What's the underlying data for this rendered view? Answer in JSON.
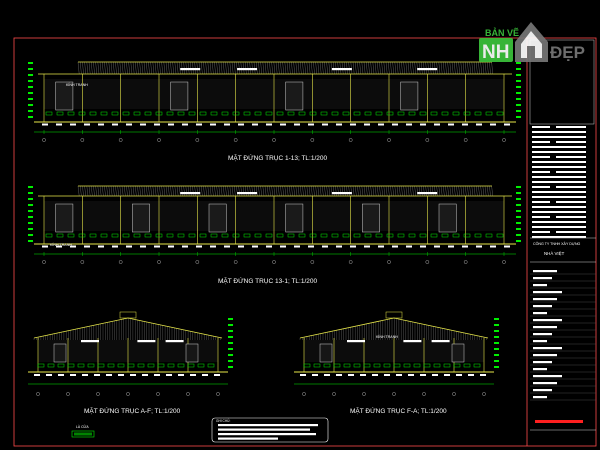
{
  "logo": {
    "top_text": "BẢN VẼ",
    "main_left": "NH",
    "main_right": "ĐẸP",
    "color_green": "#3cc43c",
    "color_gray": "#777777"
  },
  "elevations": [
    {
      "caption": "MẶT ĐỨNG TRỤC 1-13; TL:1/200",
      "tag": "KÍNH TRANH"
    },
    {
      "caption": "MẶT ĐỨNG TRỤC 13-1; TL:1/200",
      "tag": "KÍNH TRANH"
    },
    {
      "caption": "MẶT ĐỨNG TRỤC A-F; TL:1/200",
      "tag": ""
    },
    {
      "caption": "MẶT ĐỨNG TRỤC F-A; TL:1/200",
      "tag": "KÍNH TRANH"
    }
  ],
  "title_block": {
    "company_line1": "CÔNG TY TNHH XÂY DỰNG",
    "company_line2": "NHÀ VIỆT"
  },
  "notes": {
    "header": "GHI CHÚ:"
  },
  "legend": {
    "label": "LÀ CỬA"
  },
  "colors": {
    "frame": "#ff4d4d",
    "line": "#e8e84a",
    "accent": "#00ee00",
    "text": "#ffffff",
    "red_bar": "#ff2020",
    "background": "#000000"
  }
}
